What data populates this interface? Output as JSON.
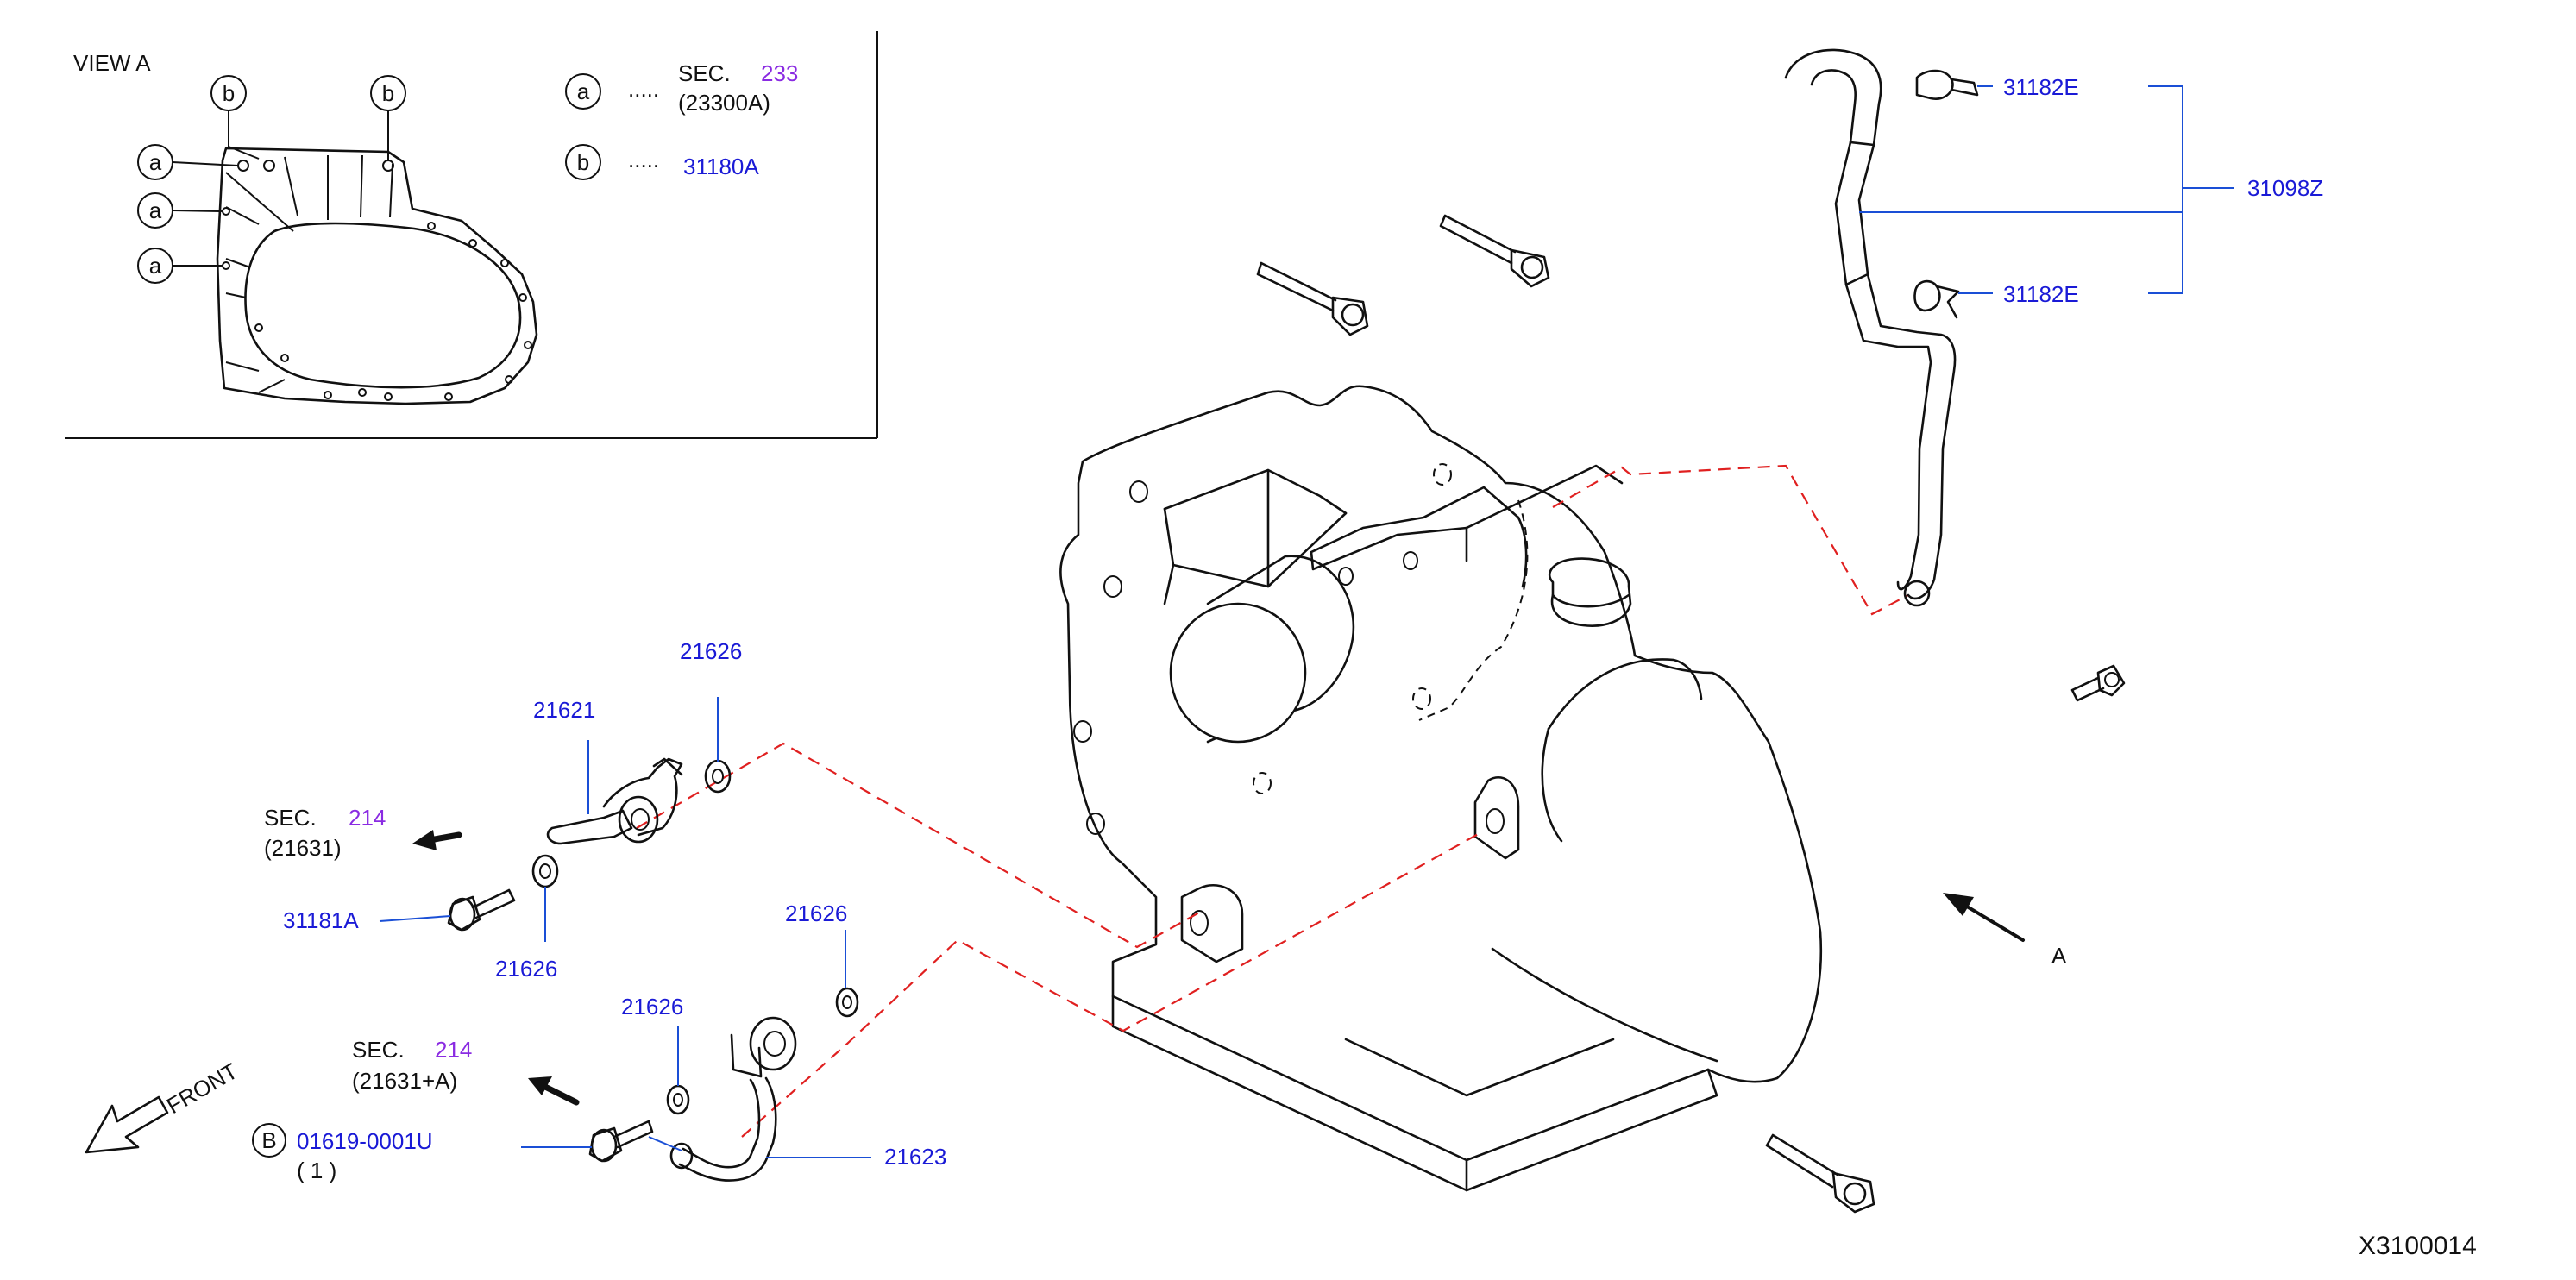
{
  "colors": {
    "part_number": "#1a1ad6",
    "section_number": "#8a2be2",
    "guide_line": "#e02020",
    "lead_line": "#1a4fd6"
  },
  "view": {
    "title": "VIEW   A",
    "markers": {
      "a": "a",
      "b": "b"
    },
    "legend": [
      {
        "marker": "a",
        "dots": ".....",
        "sec_prefix": "SEC.",
        "sec_number": "233",
        "ref": "(23300A)"
      },
      {
        "marker": "b",
        "dots": ".....",
        "part": "31180A"
      }
    ]
  },
  "callouts": {
    "hose_clip_top": "31182E",
    "hose_clip_bottom": "31182E",
    "hose_assembly": "31098Z",
    "washer_upper": "21626",
    "hose_upper": "21621",
    "sec_upper_label": "SEC.",
    "sec_upper_number": "214",
    "sec_upper_ref": "(21631)",
    "bolt_upper": "31181A",
    "washer_upper_lower": "21626",
    "washer_lower_right": "21626",
    "washer_lower_left": "21626",
    "sec_lower_label": "SEC.",
    "sec_lower_number": "214",
    "sec_lower_ref": "(21631+A)",
    "bolt_lower_marker": "B",
    "bolt_lower": "01619-0001U",
    "bolt_lower_qty": "( 1    )",
    "hose_lower": "21623",
    "view_arrow": "A",
    "front": "FRONT"
  },
  "diagram_id": "X3100014"
}
